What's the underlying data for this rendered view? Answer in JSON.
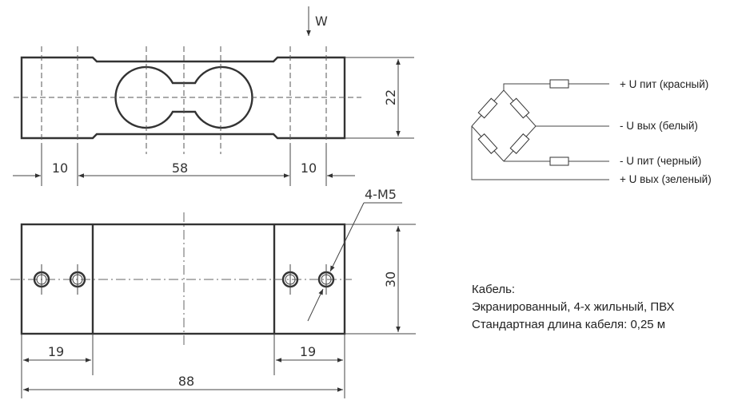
{
  "top_view": {
    "load_label": "W",
    "dim_height": "22",
    "dim_left": "10",
    "dim_middle": "58",
    "dim_right": "10"
  },
  "bottom_view": {
    "thread_label": "4-M5",
    "dim_height": "30",
    "dim_left": "19",
    "dim_right": "19",
    "dim_total": "88"
  },
  "wiring": {
    "wires": [
      {
        "label": "+ U пит (красный)"
      },
      {
        "label": "- U вых (белый)"
      },
      {
        "label": "- U пит (черный)"
      },
      {
        "label": "+ U вых (зеленый)"
      }
    ]
  },
  "cable": {
    "title": "Кабель:",
    "line1": "Экранированный, 4-х жильный, ПВХ",
    "line2": "Стандартная длина кабеля: 0,25 м"
  }
}
